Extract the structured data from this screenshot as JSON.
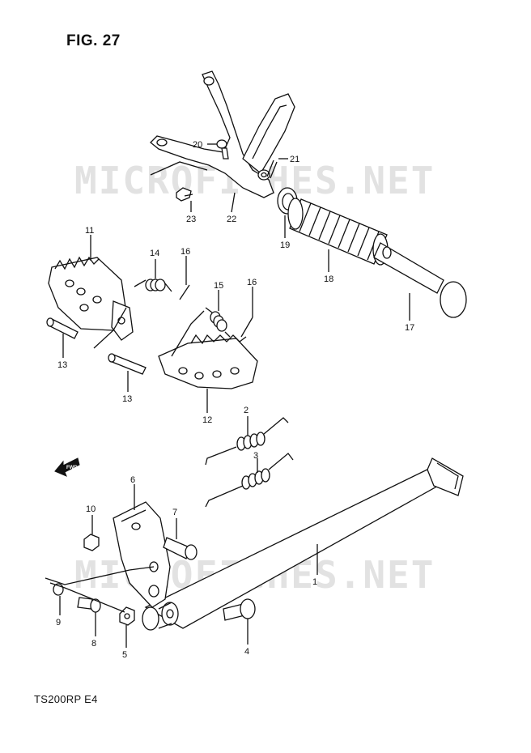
{
  "figure": {
    "title": "FIG. 27",
    "model": "TS200RP  E4",
    "watermark": "MICROFICHES.NET",
    "direction_label": "FWD"
  },
  "callouts": [
    "1",
    "2",
    "3",
    "4",
    "5",
    "6",
    "7",
    "8",
    "9",
    "10",
    "11",
    "12",
    "13",
    "13",
    "14",
    "15",
    "16",
    "16",
    "17",
    "18",
    "19",
    "20",
    "21",
    "22",
    "23"
  ]
}
